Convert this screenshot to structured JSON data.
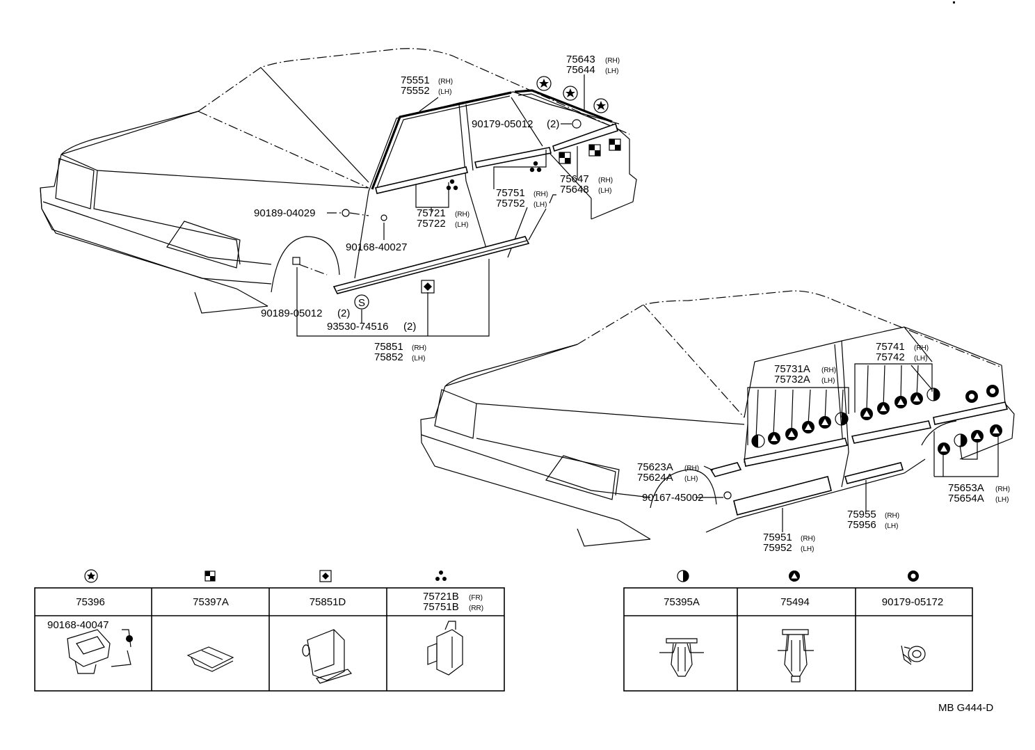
{
  "labels": {
    "p75643": "75643",
    "p75644": "75644",
    "p75551": "75551",
    "p75552": "75552",
    "p90179_05012": "90179-05012",
    "q2a": "(2)",
    "p75647": "75647",
    "p75648": "75648",
    "p75751": "75751",
    "p75752": "75752",
    "p75721": "75721",
    "p75722": "75722",
    "p90189_04029": "90189-04029",
    "p90168_40027": "90168-40027",
    "p90189_05012": "90189-05012",
    "q2b": "(2)",
    "p93530_74516": "93530-74516",
    "q2c": "(2)",
    "p75851": "75851",
    "p75852": "75852",
    "p75731A": "75731A",
    "p75732A": "75732A",
    "p75741": "75741",
    "p75742": "75742",
    "p75623A": "75623A",
    "p75624A": "75624A",
    "p90167_45002": "90167-45002",
    "p75955": "75955",
    "p75956": "75956",
    "p75951": "75951",
    "p75952": "75952",
    "p75653A": "75653A",
    "p75654A": "75654A"
  },
  "sides": {
    "rh": "(RH)",
    "lh": "(LH)",
    "fr": "(FR)",
    "rr": "(RR)"
  },
  "symbols": {
    "s": "S"
  },
  "table_left": [
    {
      "symbol": "star-icon",
      "part": "75396",
      "sub": "90168-40047"
    },
    {
      "symbol": "checker-icon",
      "part": "75397A"
    },
    {
      "symbol": "diamond-square-icon",
      "part": "75851D"
    },
    {
      "symbol": "three-dot-icon",
      "part": "75721B",
      "part2": "75751B"
    }
  ],
  "table_right": [
    {
      "symbol": "half-circle-icon",
      "part": "75395A"
    },
    {
      "symbol": "triangle-circle-icon",
      "part": "75494"
    },
    {
      "symbol": "dot-circle-icon",
      "part": "90179-05172"
    }
  ],
  "footer": {
    "code": "MB G444-D"
  }
}
